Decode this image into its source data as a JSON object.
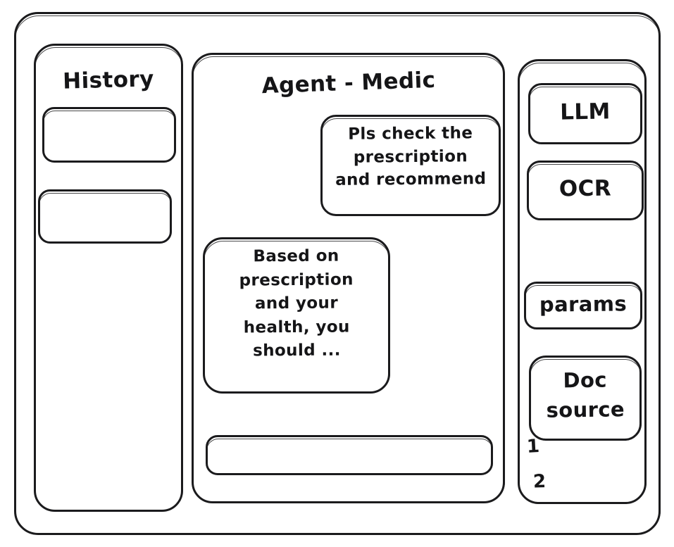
{
  "frame": {
    "name": "app-window"
  },
  "sidebar": {
    "title": "History",
    "items": [
      {
        "label": ""
      },
      {
        "label": ""
      }
    ]
  },
  "main": {
    "title": "Agent - Medic",
    "messages": [
      {
        "role": "user",
        "text": "Pls check the\nprescription\nand recommend"
      },
      {
        "role": "assistant",
        "text": "Based on\nprescription\nand your\nhealth, you\nshould ..."
      }
    ],
    "input": {
      "value": "",
      "placeholder": ""
    }
  },
  "tools": {
    "items": [
      {
        "label": "LLM"
      },
      {
        "label": "OCR"
      },
      {
        "label": "params"
      },
      {
        "label": "Doc\nsource"
      }
    ],
    "doc_sources": [
      {
        "label": "1"
      },
      {
        "label": "2"
      }
    ]
  },
  "colors": {
    "ink": "#1a1a1c",
    "paper": "#ffffff"
  }
}
